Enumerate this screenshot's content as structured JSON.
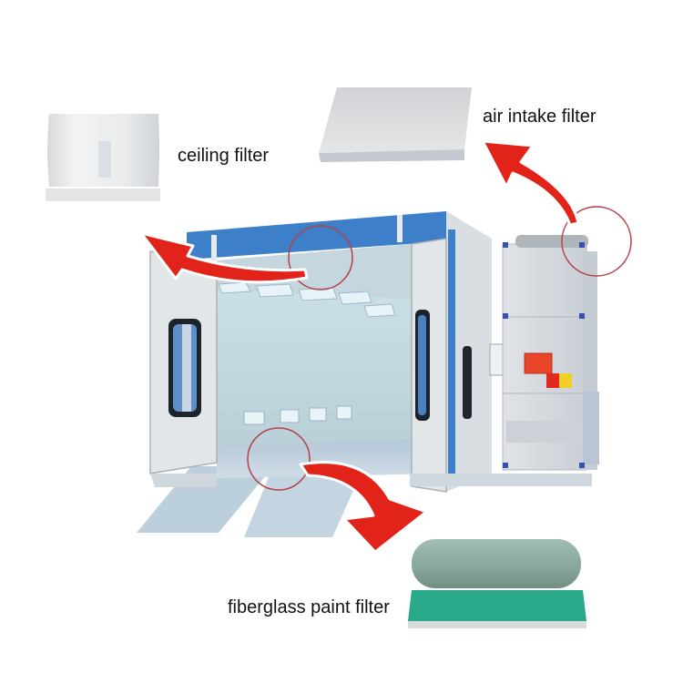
{
  "figure": {
    "subject": "paint spray booth filter locations",
    "labels": {
      "ceiling_filter": "ceiling filter",
      "air_intake_filter": "air intake filter",
      "floor_filter": "fiberglass paint filter"
    },
    "colors": {
      "arrow": "#e1231a",
      "booth_blue": "#3d7fc8",
      "booth_panel": "#e3e7ea",
      "circle": "#b5414a",
      "floor_filter_top": "#8fb0a4",
      "floor_filter_green": "#2aa88a",
      "ceiling_filter": "#eceeef",
      "intake_filter": "#dcdcde"
    }
  }
}
